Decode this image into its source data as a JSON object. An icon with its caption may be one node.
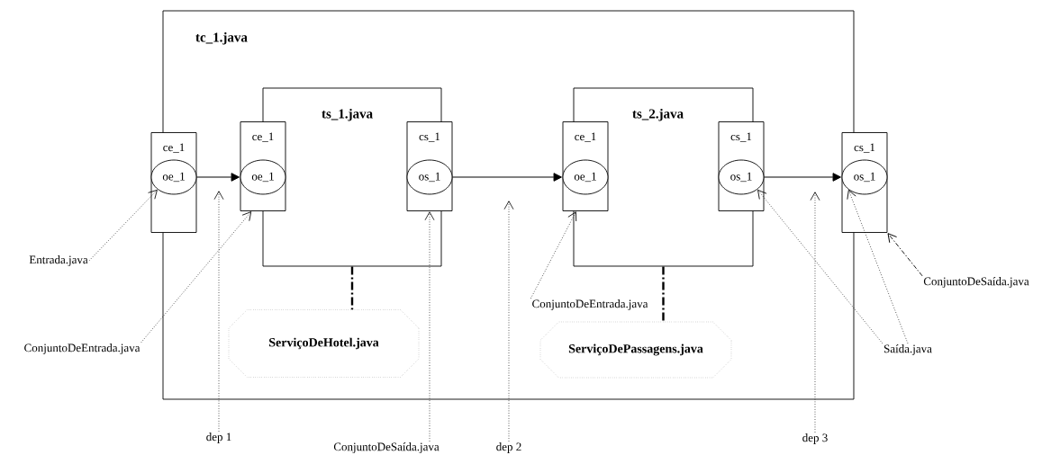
{
  "diagram": {
    "nodes": [
      {
        "text": [
          "tc_1.java"
        ]
      },
      {
        "text": [
          "ce_1"
        ]
      },
      {
        "text": [
          "oe_1"
        ],
        "in": 1
      },
      {
        "text": [
          "ts_1.java"
        ],
        "in": 0
      },
      {
        "text": [
          "ce_1"
        ],
        "in": 0
      },
      {
        "text": [
          "oe_1"
        ],
        "in": 4
      },
      {
        "text": [
          "cs_1"
        ],
        "in": 0
      },
      {
        "text": [
          "os_1"
        ],
        "in": 6
      },
      {
        "text": [
          "ts_2.java"
        ],
        "in": 0
      },
      {
        "text": [
          "ce_1"
        ],
        "in": 0
      },
      {
        "text": [
          "oe_1"
        ],
        "in": 9
      },
      {
        "text": [
          "cs_1"
        ],
        "in": 0
      },
      {
        "text": [
          "os_1"
        ],
        "in": 11
      },
      {
        "text": [
          "cs_1"
        ]
      },
      {
        "text": [
          "os_1"
        ],
        "in": 13
      },
      {
        "text": [
          "ServiçoDeHotel.java"
        ],
        "in": 0
      },
      {
        "text": [
          "ServiçoDePassagens.java"
        ],
        "in": 0
      },
      {
        "text": [
          "Entrada.java"
        ]
      },
      {
        "text": [
          "ConjuntoDeEntrada.java"
        ]
      },
      {
        "text": [
          "ConjuntoDeEntrada.java"
        ],
        "in": 0
      },
      {
        "text": [
          "ConjuntoDeSaída.java"
        ]
      },
      {
        "text": [
          "Saída.java"
        ]
      },
      {
        "text": [
          "dep 1"
        ]
      },
      {
        "text": [
          "ConjuntoDeSaída.java"
        ]
      },
      {
        "text": [
          "dep 2"
        ]
      },
      {
        "text": [
          "dep 3"
        ]
      }
    ],
    "edges": [
      {
        "from": 2,
        "to": 5,
        "arrow": "to"
      },
      {
        "from": 7,
        "to": 10,
        "arrow": "to"
      },
      {
        "from": 12,
        "to": 14,
        "arrow": "to"
      },
      {
        "from": 3,
        "to": 15,
        "arrow": "none",
        "style": "dashed"
      },
      {
        "from": 8,
        "to": 16,
        "arrow": "none",
        "style": "dashed"
      },
      {
        "from": 17,
        "to": 2,
        "arrow": "to",
        "style": "dashed"
      },
      {
        "from": 18,
        "to": 4,
        "arrow": "to",
        "style": "dashed"
      },
      {
        "from": 23,
        "to": 6,
        "arrow": "to",
        "style": "dashed"
      },
      {
        "from": 19,
        "to": 9,
        "arrow": "to",
        "style": "dashed"
      },
      {
        "from": 21,
        "to": 12,
        "arrow": "to",
        "style": "dashed"
      },
      {
        "from": 21,
        "to": 14,
        "arrow": "to",
        "style": "dashed"
      },
      {
        "from": 20,
        "to": 13,
        "arrow": "to",
        "style": "dashed"
      },
      {
        "from": 22,
        "to": null,
        "arrow": "to",
        "style": "dashed"
      },
      {
        "from": 24,
        "to": null,
        "arrow": "to",
        "style": "dashed"
      },
      {
        "from": 25,
        "to": null,
        "arrow": "to",
        "style": "dashed"
      }
    ]
  }
}
